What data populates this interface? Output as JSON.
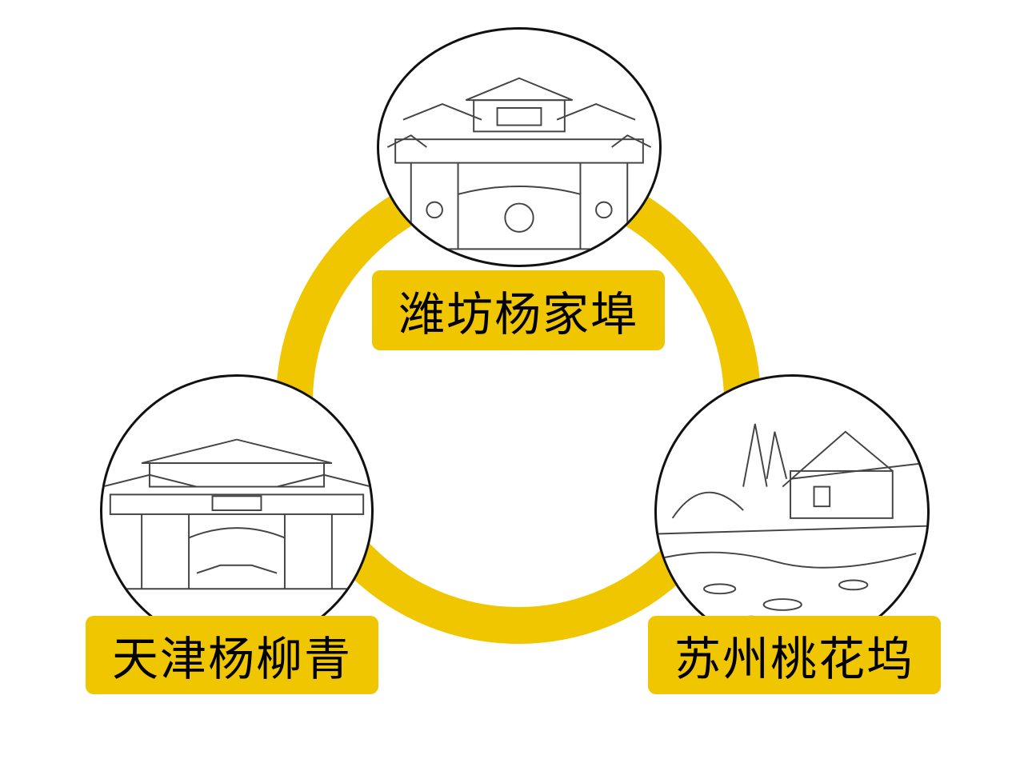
{
  "diagram": {
    "accent_color": "#EFC600",
    "nodes": [
      {
        "label": "潍坊杨家埠",
        "image": "paifang-gate-sketch"
      },
      {
        "label": "天津杨柳青",
        "image": "paifang-gate-street-sketch"
      },
      {
        "label": "苏州桃花坞",
        "image": "canal-houses-sketch"
      }
    ]
  }
}
